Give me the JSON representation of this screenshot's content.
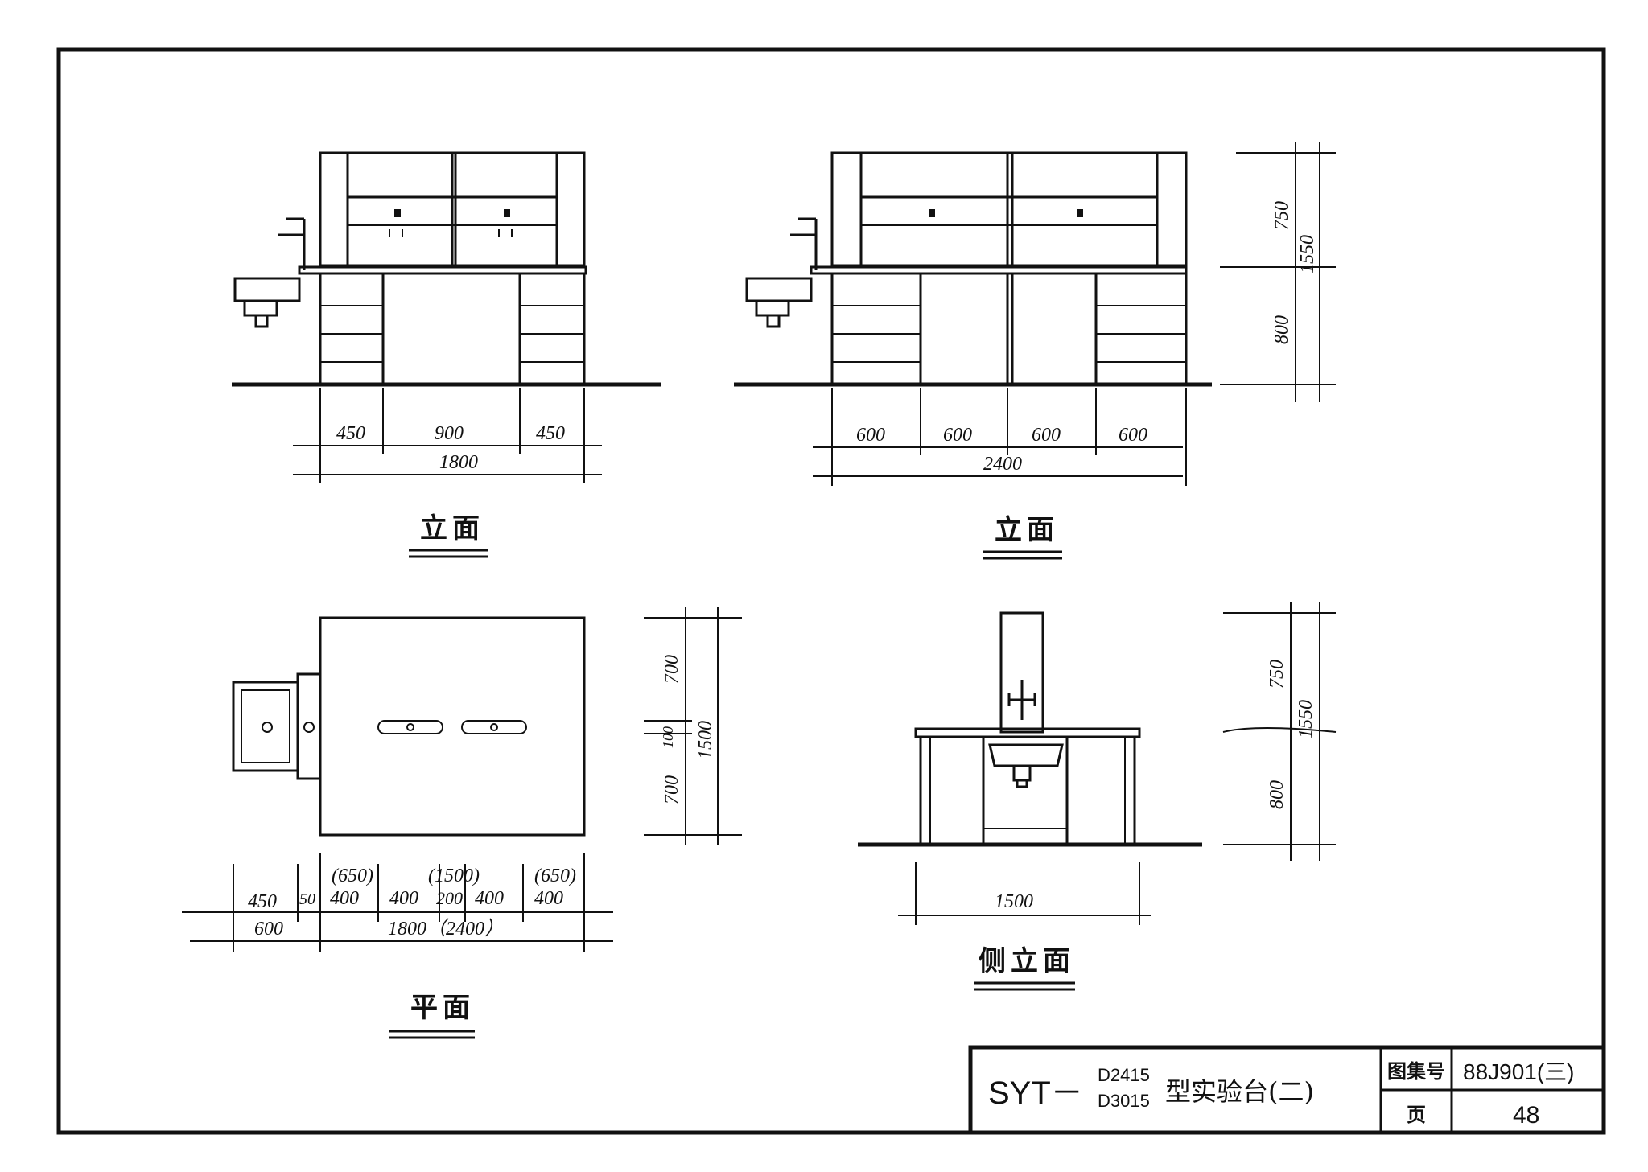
{
  "views": {
    "front_elevation_1800": {
      "title": "立面",
      "segments": [
        "450",
        "900",
        "450"
      ],
      "total": "1800"
    },
    "front_elevation_2400": {
      "title": "立面",
      "segments": [
        "600",
        "600",
        "600",
        "600"
      ],
      "total": "2400",
      "heights": [
        "750",
        "800"
      ],
      "height_total": "1550"
    },
    "plan": {
      "title": "平面",
      "top_notes": [
        "(650)",
        "(1500)",
        "(650)"
      ],
      "segments": [
        "450",
        "50",
        "400",
        "400",
        "200",
        "400",
        "400"
      ],
      "bottom": [
        "600",
        "1800（2400）"
      ],
      "depths": [
        "700",
        "100",
        "700"
      ],
      "depth_total": "1500"
    },
    "side_elevation": {
      "title": "侧立面",
      "width": "1500",
      "heights": [
        "750",
        "800"
      ],
      "height_total": "1550"
    }
  },
  "title_block": {
    "model_prefix": "SYT－",
    "model_top": "D2415",
    "model_bottom": "D3015",
    "name": "型实验台(二)",
    "atlas_label": "图集号",
    "atlas_no": "88J901(三)",
    "page_label": "页",
    "page_no": "48"
  }
}
